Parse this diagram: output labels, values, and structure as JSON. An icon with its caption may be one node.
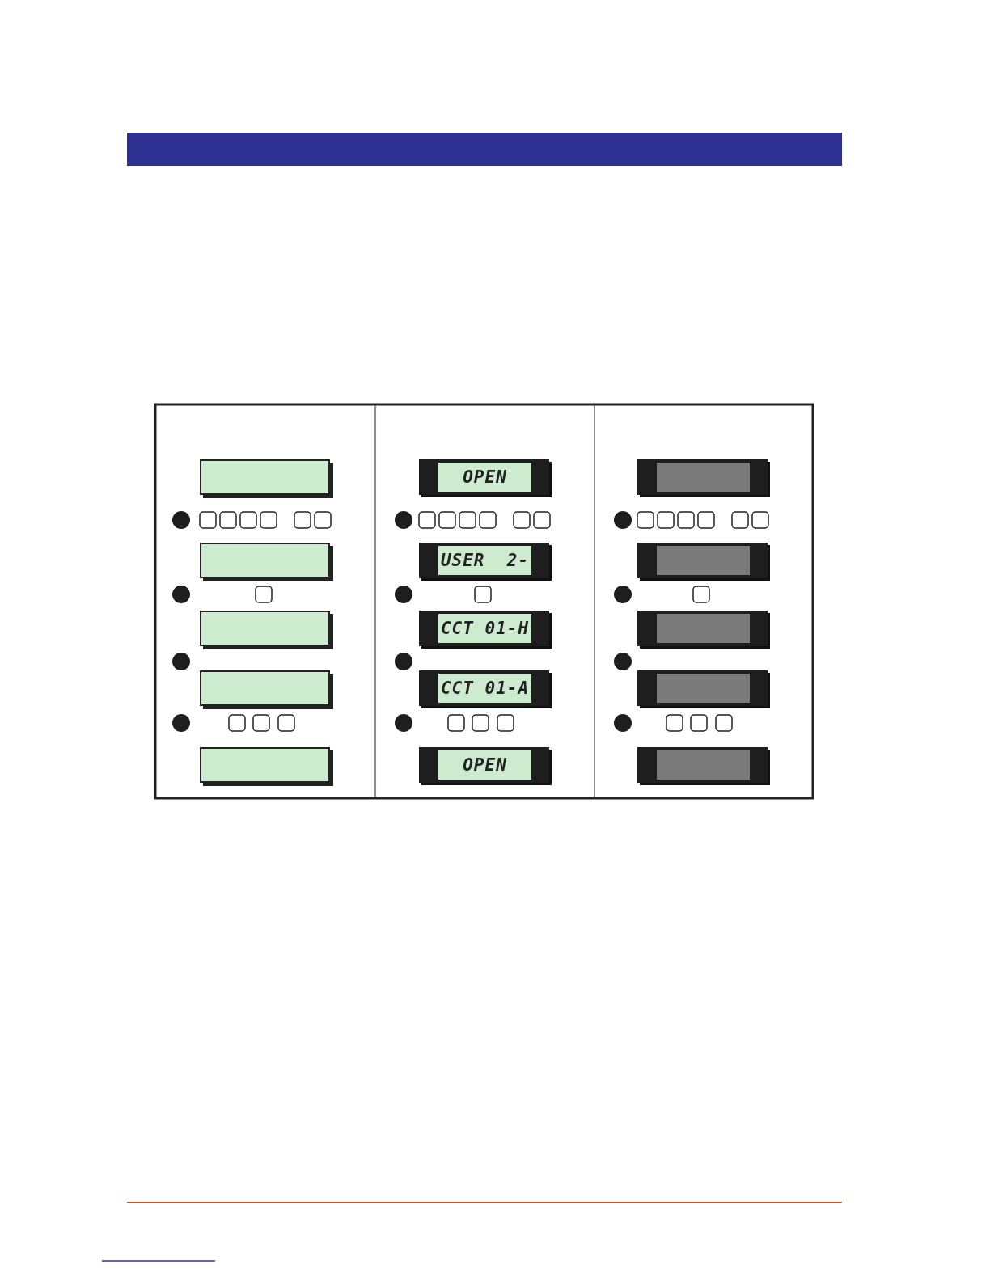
{
  "diagram": {
    "nodes": [
      {
        "text": [],
        "shape": "box"
      },
      {
        "text": [
          "OPEN"
        ]
      },
      {
        "text": [],
        "shape": "box"
      },
      {
        "text": [],
        "shape": "box"
      },
      {
        "text": [
          "USER  2-"
        ]
      },
      {
        "text": [],
        "shape": "box"
      },
      {
        "text": [],
        "shape": "box"
      },
      {
        "text": [
          "CCT 01-H"
        ]
      },
      {
        "text": [],
        "shape": "box"
      },
      {
        "text": [],
        "shape": "box"
      },
      {
        "text": [
          "CCT 01-A"
        ]
      },
      {
        "text": [],
        "shape": "box"
      },
      {
        "text": [],
        "shape": "box"
      },
      {
        "text": [
          "OPEN"
        ]
      },
      {
        "text": [],
        "shape": "box"
      }
    ]
  }
}
